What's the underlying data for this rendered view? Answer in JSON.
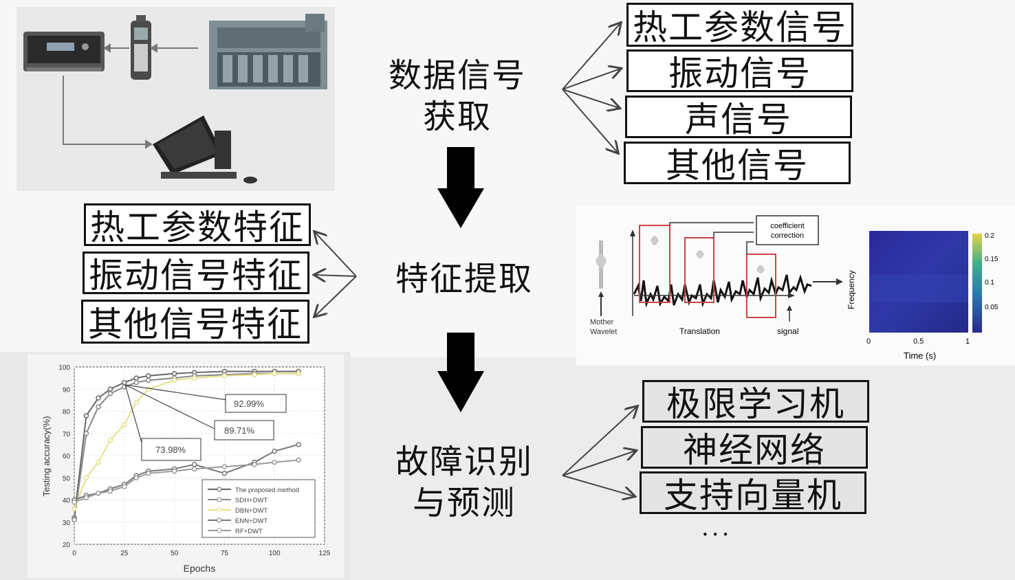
{
  "stages": {
    "acquisition": [
      "数据信号",
      "获取"
    ],
    "feature": [
      "特征提取"
    ],
    "diagnosis": [
      "故障识别",
      "与预测"
    ]
  },
  "signals": [
    "热工参数信号",
    "振动信号",
    "声信号",
    "其他信号"
  ],
  "features": [
    "热工参数特征",
    "振动信号特征",
    "其他信号特征"
  ],
  "methods": [
    "极限学习机",
    "神经网络",
    "支持向量机"
  ],
  "ellipsis": "···",
  "wavelet": {
    "coef_label": [
      "coefficient",
      "correction"
    ],
    "mother_label": [
      "Mother",
      "Wavelet"
    ],
    "translation_label": "Translation",
    "signal_label": "signal",
    "spectrogram": {
      "ylabel": "Frequency",
      "xlabel": "Time (s)",
      "xticks": [
        "0",
        "0.5",
        "1"
      ],
      "colorbar_ticks": [
        "0.2",
        "0.15",
        "0.1",
        "0.05"
      ]
    }
  },
  "chart_data": {
    "type": "line",
    "xlabel": "Epochs",
    "ylabel": "Testing accuracy(%)",
    "xlim": [
      0,
      125
    ],
    "ylim": [
      20,
      100
    ],
    "xticks": [
      0,
      25,
      50,
      75,
      100,
      125
    ],
    "yticks": [
      20,
      30,
      40,
      50,
      60,
      70,
      80,
      90,
      100
    ],
    "annotations": [
      "92.99%",
      "89.71%",
      "73.98%"
    ],
    "series": [
      {
        "name": "The proposed method",
        "color": "#666666",
        "x": [
          0,
          6,
          12,
          18,
          25,
          31,
          37,
          50,
          60,
          75,
          90,
          100,
          112
        ],
        "y": [
          32,
          78,
          86,
          90,
          93,
          95,
          96,
          97,
          97.5,
          98,
          98,
          98,
          98
        ]
      },
      {
        "name": "SDH+DWT",
        "color": "#888888",
        "x": [
          0,
          6,
          12,
          18,
          25,
          31,
          37,
          50,
          60,
          75,
          90,
          100,
          112
        ],
        "y": [
          31,
          70,
          82,
          88,
          91,
          93,
          94,
          95,
          96,
          96.5,
          97,
          97,
          97
        ]
      },
      {
        "name": "DBN+DWT",
        "color": "#e3e089",
        "x": [
          0,
          6,
          12,
          18,
          25,
          31,
          37,
          50,
          60,
          75,
          90,
          100,
          112
        ],
        "y": [
          36,
          50,
          57,
          67,
          74,
          84,
          90,
          94,
          95,
          96,
          96.5,
          97,
          97
        ]
      },
      {
        "name": "ENN+DWT",
        "color": "#777777",
        "x": [
          0,
          6,
          12,
          18,
          25,
          31,
          37,
          50,
          60,
          75,
          90,
          100,
          112
        ],
        "y": [
          40,
          42,
          43,
          45,
          47,
          51,
          53,
          54,
          56,
          52,
          57,
          62,
          65
        ]
      },
      {
        "name": "RF+DWT",
        "color": "#999999",
        "x": [
          0,
          6,
          12,
          18,
          25,
          31,
          37,
          50,
          60,
          75,
          90,
          100,
          112
        ],
        "y": [
          39,
          41,
          43,
          44,
          46,
          50,
          52,
          53,
          54,
          55,
          56,
          57,
          58
        ]
      }
    ]
  }
}
